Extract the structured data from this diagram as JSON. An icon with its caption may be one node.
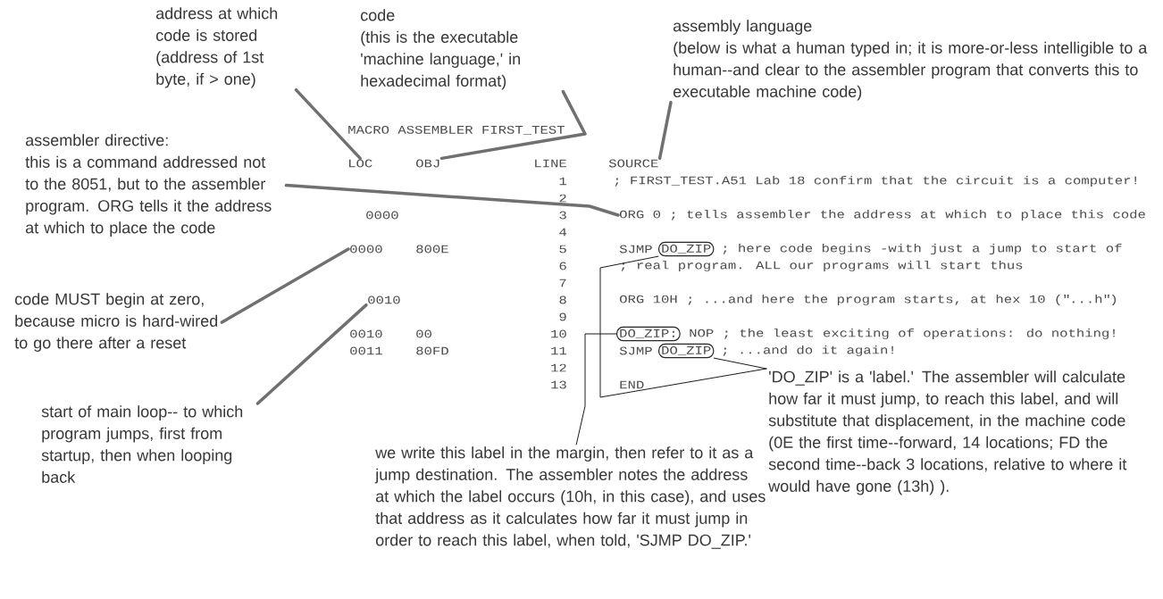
{
  "diagram": {
    "nodes": [
      {
        "text": [
          "address at which code is stored (address of 1st byte, if > one)"
        ]
      },
      {
        "text": [
          "code",
          "(this is the executable 'machine language,' in hexadecimal format)"
        ]
      },
      {
        "text": [
          "assembly language",
          "(below is what a human typed in; it is more-or-less intelligible to a human--and clear to the assembler program that converts this to executable machine code)"
        ]
      },
      {
        "text": [
          "assembler directive:",
          "this is a command addressed not to the 8051, but to the assembler program. ORG tells it the address at which to place the code"
        ]
      },
      {
        "text": [
          "code MUST begin at zero, because micro is hard-wired to go there after a reset"
        ]
      },
      {
        "text": [
          "start of main loop-- to which program jumps, first from startup, then when looping back"
        ]
      },
      {
        "text": [
          "we write this label in the margin, then refer to it as a jump destination. The assembler notes the address at which the label occurs (10h, in this case), and uses that address as it calculates how far it must jump in order to reach this label, when told, 'SJMP DO_ZIP.'"
        ]
      },
      {
        "text": [
          "'DO_ZIP' is a 'label.'  The assembler will calculate how far it must jump, to reach this label, and will substitute that displacement, in the machine code (0E the first time--forward, 14 locations; FD the second time--back 3 locations, relative to where it would have gone (13h) )."
        ]
      },
      {
        "text": [
          "LOC"
        ]
      },
      {
        "text": [
          "OBJ"
        ]
      },
      {
        "text": [
          "SOURCE"
        ]
      },
      {
        "text": [
          "ORG 0 ; tells assembler the address at which to place this code"
        ]
      },
      {
        "text": [
          "0000"
        ]
      },
      {
        "text": [
          "DO_ZIP"
        ]
      },
      {
        "text": [
          "0010"
        ]
      },
      {
        "text": [
          "DO_ZIP:"
        ]
      },
      {
        "text": [
          "DO_ZIP"
        ]
      }
    ],
    "edges": [
      {
        "from": 0,
        "to": 8,
        "arrow": "none"
      },
      {
        "from": 1,
        "to": 9,
        "arrow": "none"
      },
      {
        "from": 2,
        "to": 10,
        "arrow": "none"
      },
      {
        "from": 3,
        "to": 11,
        "arrow": "none"
      },
      {
        "from": 4,
        "to": 12,
        "arrow": "none"
      },
      {
        "from": 5,
        "to": 14,
        "arrow": "none"
      },
      {
        "from": 6,
        "to": 15,
        "arrow": "none",
        "color": "#1a1a1a"
      },
      {
        "from": 7,
        "to": 13,
        "arrow": "none",
        "color": "#1a1a1a"
      },
      {
        "from": 7,
        "to": 16,
        "arrow": "none",
        "color": "#1a1a1a"
      }
    ],
    "labels": [
      "MACRO ASSEMBLER FIRST_TEST",
      "LINE",
      "1",
      "; FIRST_TEST.A51 Lab 18  confirm that the circuit is a computer!",
      "2",
      "0000",
      "3",
      "4",
      "800E",
      "5",
      "SJMP",
      "; here code begins -with just a jump to start of",
      "6",
      ";   real program.  ALL our programs will start thus",
      "7",
      "8",
      "ORG 10H ; ...and here the program starts, at hex 10 (\"...h\")",
      "9",
      "0010",
      "00",
      "10",
      "NOP ; the least exciting of operations: do nothing!",
      "0011",
      "80FD",
      "11",
      "SJMP",
      "; ...and do it again!",
      "12",
      "13",
      "END"
    ]
  }
}
